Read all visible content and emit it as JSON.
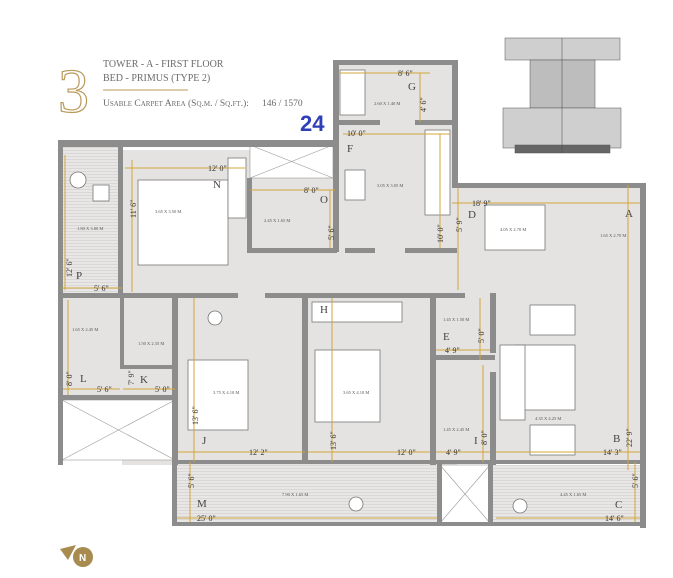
{
  "header": {
    "bhk_number": "3",
    "tower_line": "TOWER - A - FIRST FLOOR",
    "type_line": "BED - PRIMUS (TYPE 2)",
    "carpet_area_label": "Usable Carpet Area (Sq.m. / Sq.ft.):",
    "carpet_area_value": "146 / 1570"
  },
  "unit_number": "24",
  "colors": {
    "accent": "#b8995a",
    "dimension": "#d4a53a",
    "unit_number": "#2f3fb8",
    "wall": "#8c8c8c",
    "floor": "#e4e3e1"
  },
  "rooms": {
    "A": {
      "letter": "A",
      "size": "1.65 X 2.70 M"
    },
    "B": {
      "letter": "B",
      "size": "4.35 X 4.25 M"
    },
    "C": {
      "letter": "C",
      "size": "4.45 X 1.65 M"
    },
    "D": {
      "letter": "D",
      "size": "4.05 X 2.70 M"
    },
    "E": {
      "letter": "E",
      "size": "1.45 X 1.50 M"
    },
    "F": {
      "letter": "F",
      "size": "3.05 X 3.05 M"
    },
    "G": {
      "letter": "G",
      "size": "2.60 X 1.40 M"
    },
    "H": {
      "letter": "H",
      "size": "3.65 X 4.10 M"
    },
    "I": {
      "letter": "I",
      "size": "1.45 X 2.45 M"
    },
    "J": {
      "letter": "J",
      "size": "3.75 X 4.10 M"
    },
    "K": {
      "letter": "K",
      "size": "1.50 X 2.35 M"
    },
    "L": {
      "letter": "L",
      "size": "1.65 X 2.45 M"
    },
    "M": {
      "letter": "M",
      "size": "7.90 X 1.65 M"
    },
    "N": {
      "letter": "N",
      "size": "3.65 X 3.50 M"
    },
    "O": {
      "letter": "O",
      "size": "2.45 X 1.65 M"
    },
    "P": {
      "letter": "P",
      "size": "1.80 X 3.80 M"
    }
  },
  "dimensions": {
    "g_w": "8' 6\"",
    "g_h": "4' 6\"",
    "f_w": "10' 0\"",
    "f_h": "10' 0\"",
    "n_w": "12' 0\"",
    "n_h": "11' 6\"",
    "o_w": "8' 0\"",
    "o_h": "5' 6\"",
    "p_w": "5' 6\"",
    "p_h": "12' 6\"",
    "d_w": "18' 9\"",
    "d_h": "5' 9\"",
    "l_w": "5' 6\"",
    "l_h": "8' 0\"",
    "k_w": "5' 0\"",
    "k_h": "7' 9\"",
    "j_w": "12' 2\"",
    "j_h": "13' 6\"",
    "h_w": "12' 0\"",
    "h_h": "13' 6\"",
    "e_w": "4' 9\"",
    "e_h": "5' 0\"",
    "i_w": "4' 9\"",
    "i_h": "8' 0\"",
    "b_w": "14' 3\"",
    "b_h": "22' 9\"",
    "m_w": "25' 0\"",
    "m_h": "5' 6\"",
    "c_w": "14' 6\"",
    "c_h": "5' 6\""
  },
  "north_arrow": {
    "label": "N"
  },
  "icons": {
    "north": "north-arrow-icon",
    "key_plan": "key-plan-thumbnail"
  }
}
